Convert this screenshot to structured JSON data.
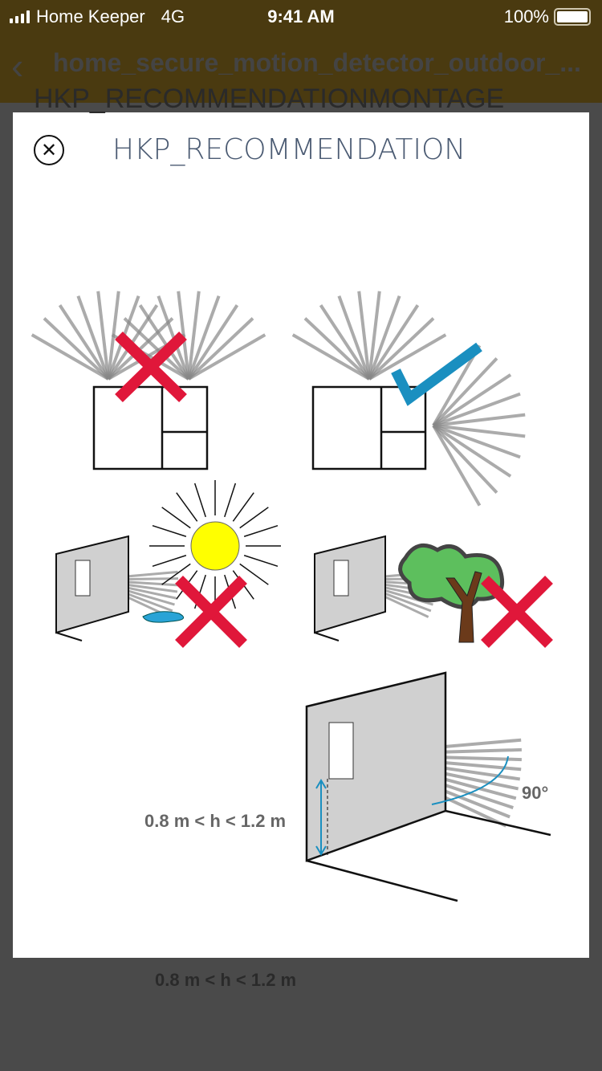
{
  "status_bar": {
    "carrier": "Home Keeper",
    "network": "4G",
    "time": "9:41 AM",
    "battery": "100%"
  },
  "nav": {
    "back_icon": "chevron-left-icon",
    "title": "home_secure_motion_detector_outdoor_..."
  },
  "background": {
    "heading": "HKP_RECOMMENDATIONMONTAGE"
  },
  "modal": {
    "title": "HKP_RECOMMENDATION",
    "close_icon": "close-circle-icon",
    "illustration": {
      "height_label": "0.8 m < h < 1.2 m",
      "angle_label": "90°"
    }
  },
  "colors": {
    "nav": "#4a3a10",
    "cross": "#e0173a",
    "check": "#1a8fc0",
    "sun": "#ffff00",
    "tree": "#5dbf5d",
    "title": "#4a5a72"
  }
}
